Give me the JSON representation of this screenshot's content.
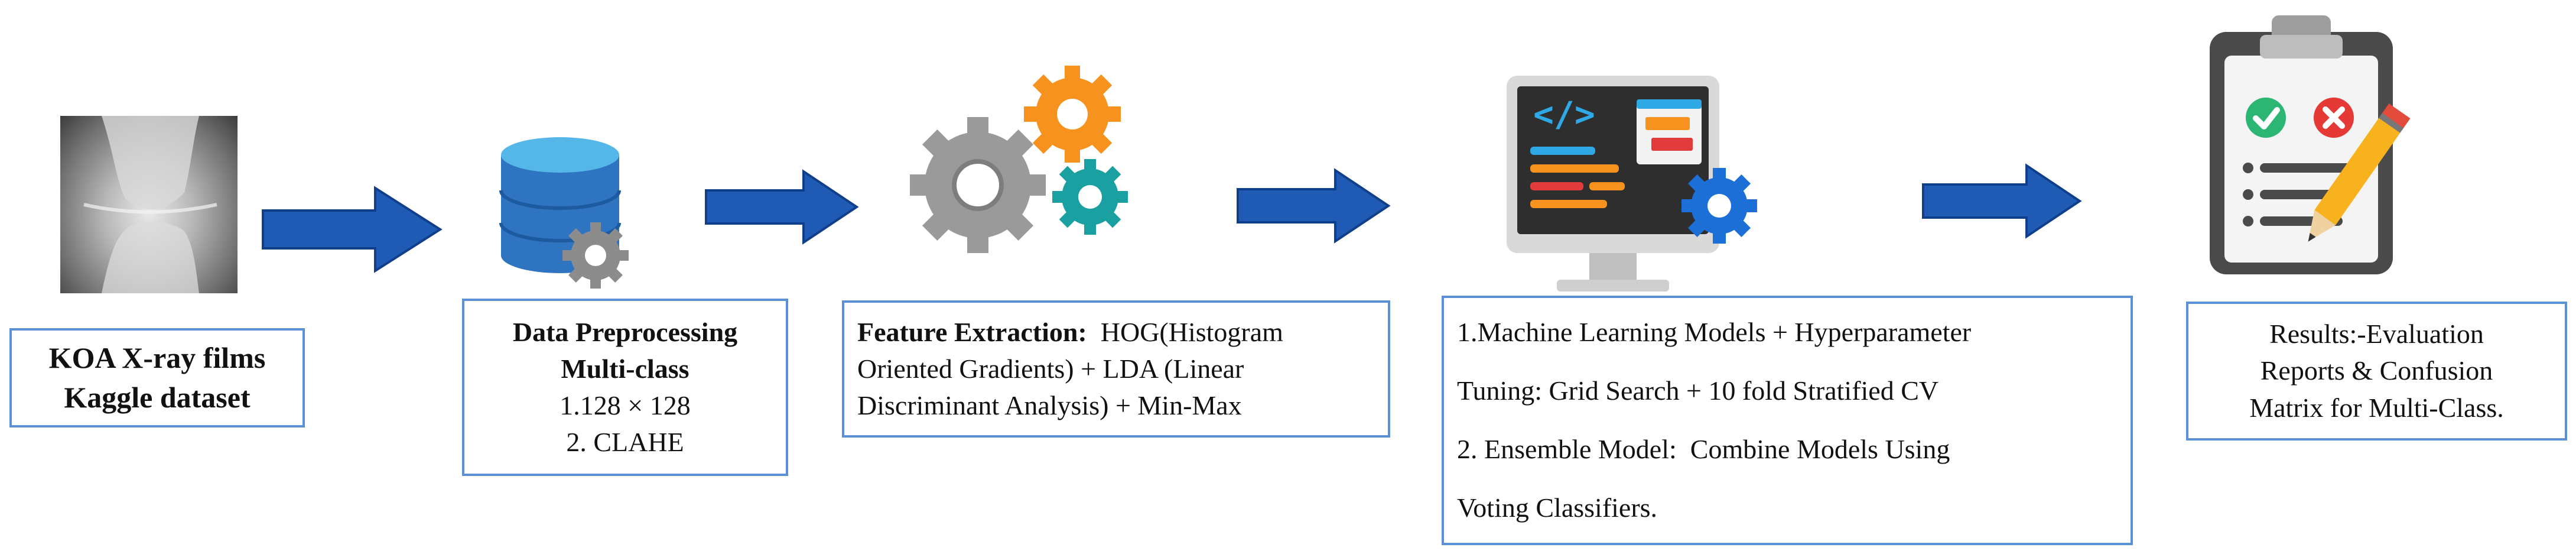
{
  "steps": [
    {
      "id": "dataset",
      "lines": [
        "KOA X-ray films",
        "Kaggle dataset"
      ]
    },
    {
      "id": "preprocessing",
      "title_lines": [
        "Data Preprocessing",
        "Multi-class"
      ],
      "lines": [
        "1.128 × 128",
        "2. CLAHE"
      ]
    },
    {
      "id": "feature_extraction",
      "title": "Feature Extraction:",
      "lines": [
        "HOG(Histogram",
        "Oriented Gradients)  + LDA (Linear",
        "Discriminant  Analysis)  + Min-Max"
      ]
    },
    {
      "id": "modeling",
      "lines": [
        "1.Machine  Learning  Models + Hyperparameter",
        "Tuning:  Grid Search  + 10 fold Stratified  CV",
        "2. Ensemble Model:",
        "Combine Models Using",
        "Voting  Classifiers."
      ]
    },
    {
      "id": "results",
      "lines": [
        "Results:-Evaluation",
        "Reports & Confusion",
        "Matrix  for Multi-Class."
      ]
    }
  ],
  "icons": {
    "xray": "knee-xray-image",
    "database": "database-gear-icon",
    "gears": "gears-icon",
    "monitor": "code-monitor-icon",
    "clipboard": "checklist-clipboard-icon"
  },
  "colors": {
    "arrow": "#1f5bb5",
    "box_border": "#5b8fd6",
    "db_top": "#55b6e8",
    "db_body": "#2f74c0",
    "gear_grey": "#9a9a9a",
    "gear_orange": "#f7921e",
    "gear_teal": "#1aa0a0"
  }
}
